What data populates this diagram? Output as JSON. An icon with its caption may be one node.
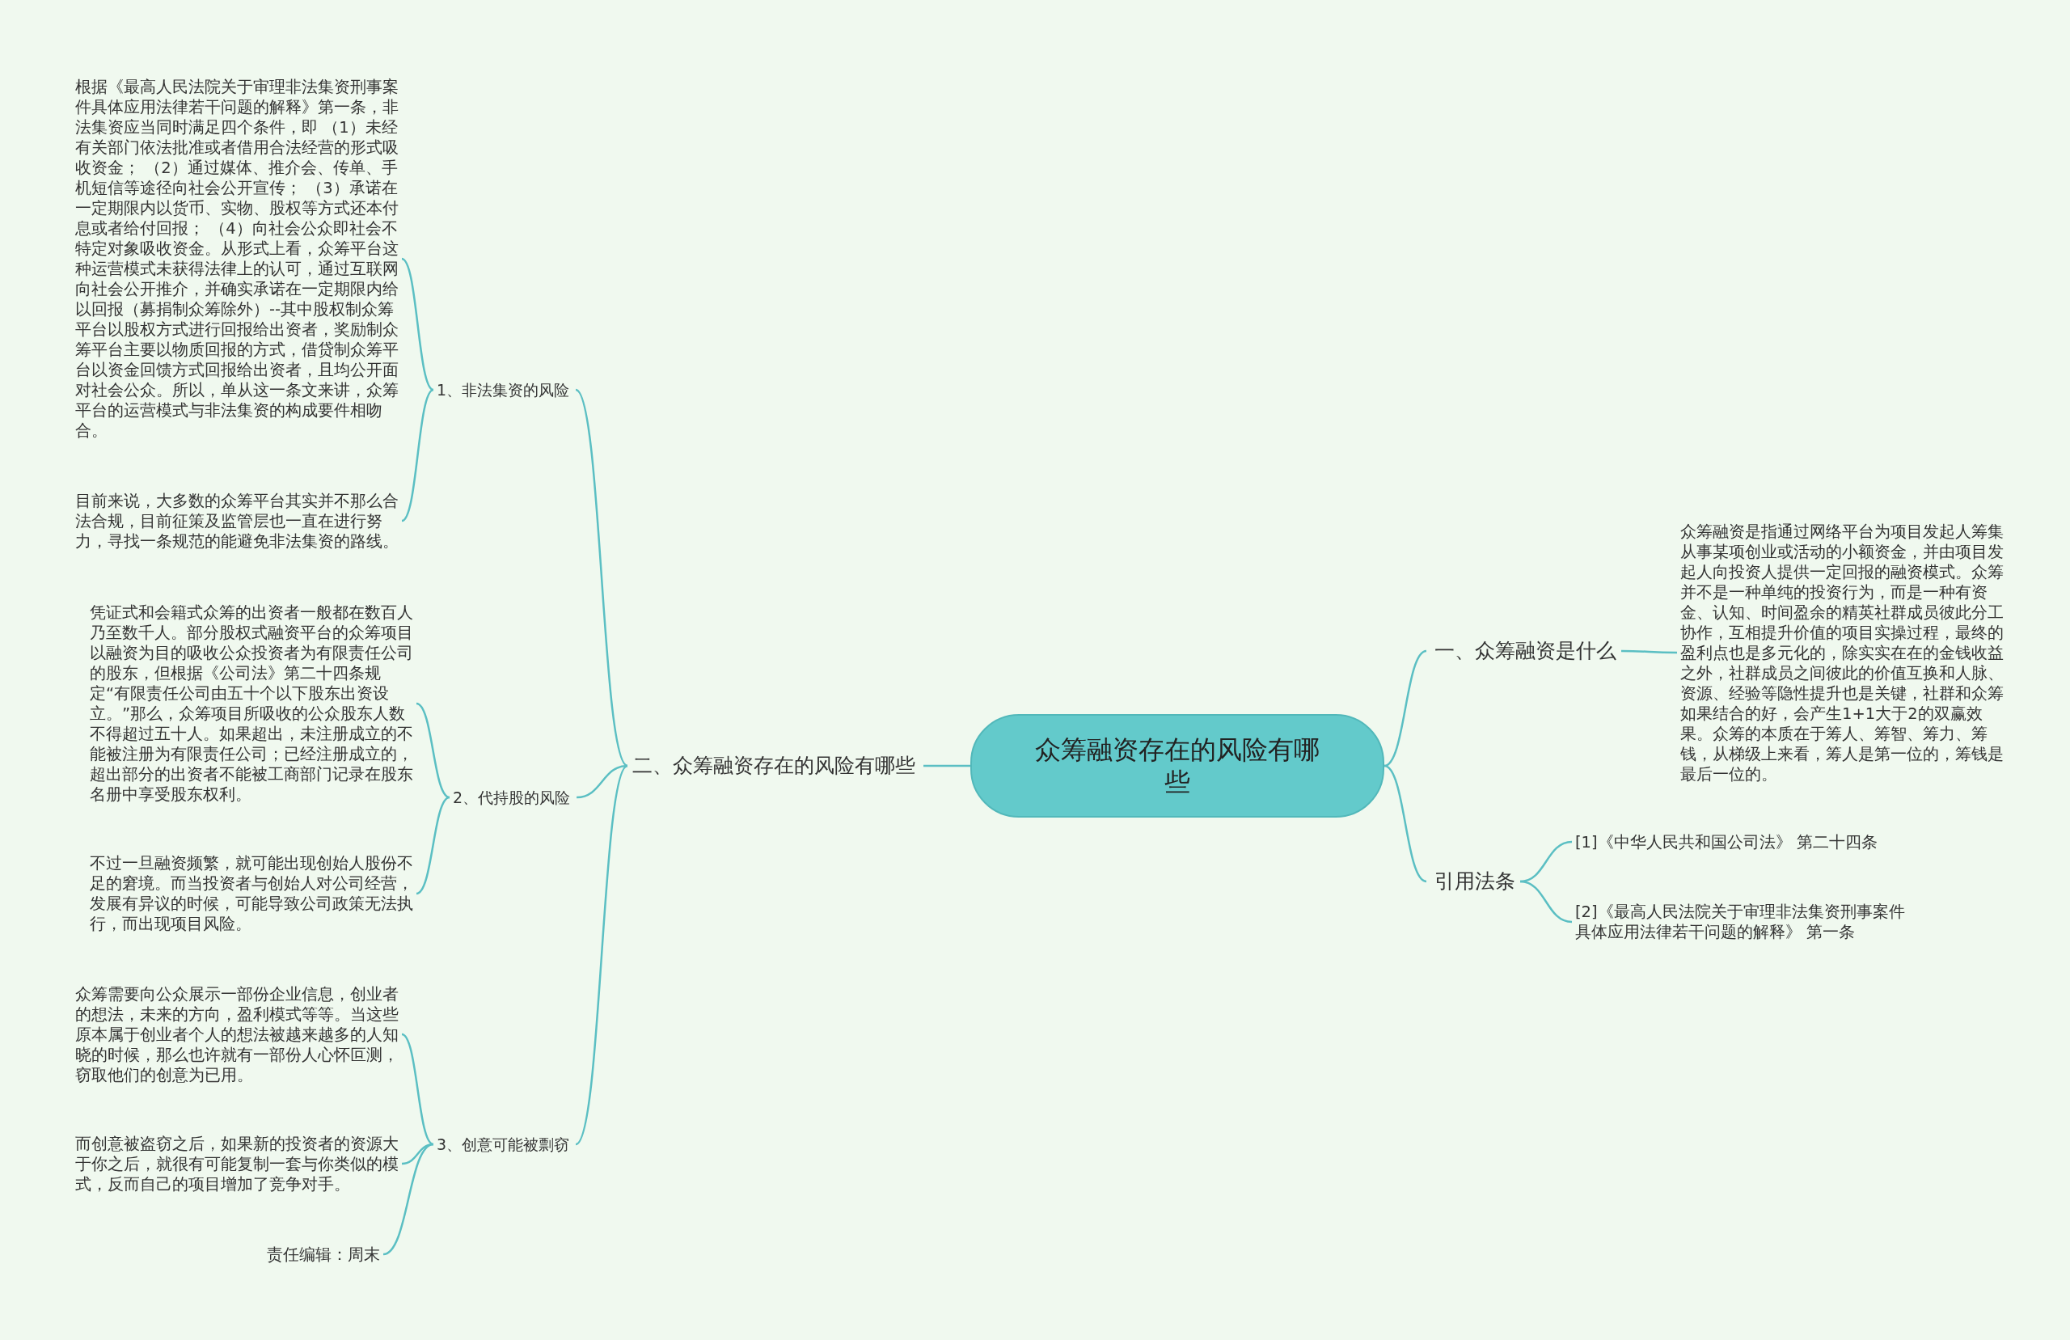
{
  "diagram": {
    "nodes": [
      {
        "text": [
          "众筹融资存在的风险有哪些"
        ]
      },
      {
        "text": [
          "一、众筹融资是什么"
        ]
      },
      {
        "text": [
          "众筹融资是指通过网络平台为项目发起人筹集从事某项创业或活动的小额资金，并由项目发起人向投资人提供一定回报的融资模式。众筹并不是一种单纯的投资行为，而是一种有资金、认知、时间盈余的精英社群成员彼此分工协作，互相提升价值的项目实操过程，最终的盈利点也是多元化的，除实实在在的金钱收益之外，社群成员之间彼此的价值互换和人脉、资源、经验等隐性提升也是关键，社群和众筹如果结合的好，会产生1+1大于2的双赢效果。众筹的本质在于筹人、筹智、筹力、筹钱，从梯级上来看，筹人是第一位的，筹钱是最后一位的。"
        ]
      },
      {
        "text": [
          "引用法条"
        ]
      },
      {
        "text": [
          "[1]《中华人民共和国公司法》 第二十四条"
        ]
      },
      {
        "text": [
          "[2]《最高人民法院关于审理非法集资刑事案件具体应用法律若干问题的解释》 第一条"
        ]
      },
      {
        "text": [
          "二、众筹融资存在的风险有哪些"
        ]
      },
      {
        "text": [
          "1、非法集资的风险"
        ]
      },
      {
        "text": [
          "根据《最高人民法院关于审理非法集资刑事案件具体应用法律若干问题的解释》第一条，非法集资应当同时满足四个条件，即 （1）未经有关部门依法批准或者借用合法经营的形式吸收资金； （2）通过媒体、推介会、传单、手机短信等途径向社会公开宣传； （3）承诺在一定期限内以货币、实物、股权等方式还本付息或者给付回报； （4）向社会公众即社会不特定对象吸收资金。从形式上看，众筹平台这种运营模式未获得法律上的认可，通过互联网向社会公开推介，并确实承诺在一定期限内给以回报（募捐制众筹除外）--其中股权制众筹平台以股权方式进行回报给出资者，奖励制众筹平台主要以物质回报的方式，借贷制众筹平台以资金回馈方式回报给出资者，且均公开面对社会公众。所以，单从这一条文来讲，众筹平台的运营模式与非法集资的构成要件相吻合。"
        ]
      },
      {
        "text": [
          "目前来说，大多数的众筹平台其实并不那么合法合规，目前征策及监管层也一直在进行努力，寻找一条规范的能避免非法集资的路线。"
        ]
      },
      {
        "text": [
          "2、代持股的风险"
        ]
      },
      {
        "text": [
          "凭证式和会籍式众筹的出资者一般都在数百人乃至数千人。部分股权式融资平台的众筹项目以融资为目的吸收公众投资者为有限责任公司的股东，但根据《公司法》第二十四条规定“有限责任公司由五十个以下股东出资设立。”那么，众筹项目所吸收的公众股东人数不得超过五十人。如果超出，未注册成立的不能被注册为有限责任公司；已经注册成立的，超出部分的出资者不能被工商部门记录在股东名册中享受股东权利。"
        ]
      },
      {
        "text": [
          "不过一旦融资频繁，就可能出现创始人股份不足的窘境。而当投资者与创始人对公司经营，发展有异议的时候，可能导致公司政策无法执行，而出现项目风险。"
        ]
      },
      {
        "text": [
          "3、创意可能被剽窃"
        ]
      },
      {
        "text": [
          "众筹需要向公众展示一部份企业信息，创业者的想法，未来的方向，盈利模式等等。当这些原本属于创业者个人的想法被越来越多的人知晓的时候，那么也许就有一部份人心怀叵测，窃取他们的创意为已用。"
        ]
      },
      {
        "text": [
          "而创意被盗窃之后，如果新的投资者的资源大于你之后，就很有可能复制一套与你类似的模式，反而自己的项目增加了竞争对手。"
        ]
      },
      {
        "text": [
          "责任编辑：周末"
        ]
      }
    ],
    "edges": [
      {
        "from": 0,
        "to": 1,
        "arrow": "none"
      },
      {
        "from": 1,
        "to": 2,
        "arrow": "none"
      },
      {
        "from": 0,
        "to": 3,
        "arrow": "none"
      },
      {
        "from": 3,
        "to": 4,
        "arrow": "none"
      },
      {
        "from": 3,
        "to": 5,
        "arrow": "none"
      },
      {
        "from": 0,
        "to": 6,
        "arrow": "none"
      },
      {
        "from": 6,
        "to": 7,
        "arrow": "none"
      },
      {
        "from": 6,
        "to": 10,
        "arrow": "none"
      },
      {
        "from": 6,
        "to": 13,
        "arrow": "none"
      },
      {
        "from": 7,
        "to": 8,
        "arrow": "none"
      },
      {
        "from": 7,
        "to": 9,
        "arrow": "none"
      },
      {
        "from": 10,
        "to": 11,
        "arrow": "none"
      },
      {
        "from": 10,
        "to": 12,
        "arrow": "none"
      },
      {
        "from": 13,
        "to": 14,
        "arrow": "none"
      },
      {
        "from": 13,
        "to": 15,
        "arrow": "none"
      },
      {
        "from": 13,
        "to": 16,
        "arrow": "none"
      }
    ]
  }
}
